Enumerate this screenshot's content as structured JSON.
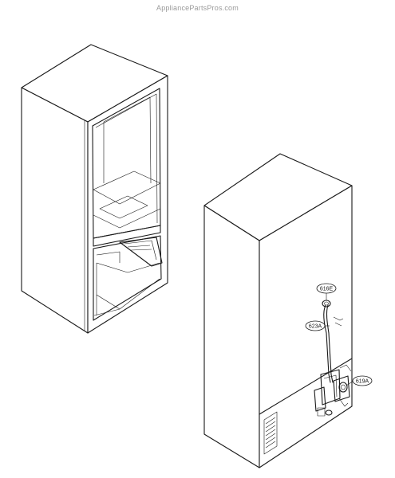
{
  "watermark": "AppliancePartsPros.com",
  "callouts": {
    "c616e": "616E",
    "c623a": "623A",
    "c619a": "619A"
  }
}
